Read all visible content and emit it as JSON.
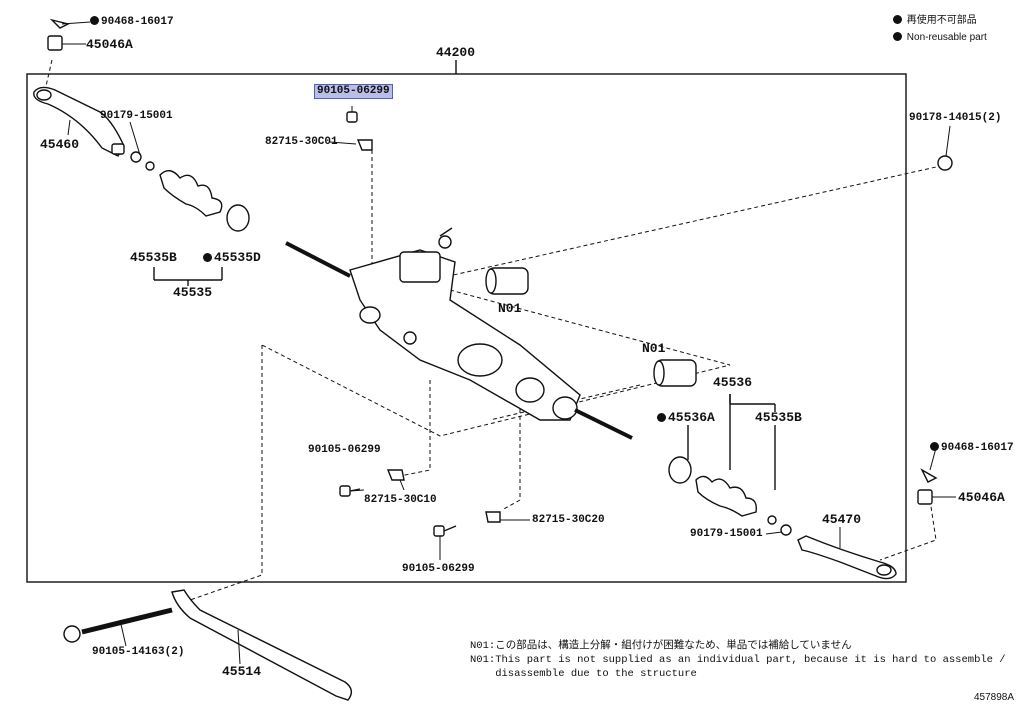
{
  "legend": {
    "jp": "再使用不可部品",
    "en": "Non-reusable part"
  },
  "labels": {
    "p90468_tl": "90468-16017",
    "p45046A_tl": "45046A",
    "p44200": "44200",
    "p90105_top": "90105-06299",
    "p90179_tl": "90179-15001",
    "p82715_C01": "82715-30C01",
    "p45460": "45460",
    "p45535B_l": "45535B",
    "p45535D": "45535D",
    "p45535": "45535",
    "p90178": "90178-14015(2)",
    "pN01_a": "N01",
    "pN01_b": "N01",
    "p45536": "45536",
    "p45536A": "45536A",
    "p45535B_r": "45535B",
    "p90105_mid": "90105-06299",
    "p82715_C10": "82715-30C10",
    "p82715_C20": "82715-30C20",
    "p90105_bot": "90105-06299",
    "p90468_r": "90468-16017",
    "p45046A_r": "45046A",
    "p45470": "45470",
    "p90179_r": "90179-15001",
    "p90105_14163": "90105-14163(2)",
    "p45514": "45514"
  },
  "notes": {
    "line1": "N01:この部品は、構造上分解・組付けが困難なため、単品では補給していません",
    "line2": "N01:This part is not supplied as an individual part, because it is hard to assemble /",
    "line3": "    disassemble due to the structure"
  },
  "illustration_id": "457898A"
}
